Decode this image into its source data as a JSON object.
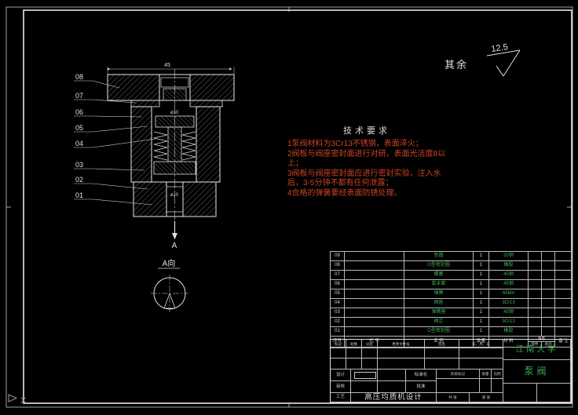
{
  "colors": {
    "accent_green": "#3fae55",
    "note_red": "#cb4325",
    "line": "#e0e0e0"
  },
  "surface_note": {
    "prefix": "其余",
    "roughness": "12.5"
  },
  "tech_requirements": {
    "title": "技术要求",
    "items": [
      "1泵阀材料为3Cr13不锈钢，表面淬火；",
      "2阀板与阀座密封面进行对研。表面光洁度8以上；",
      "3阀板与阀座密封面应进行密封实验，注入水后，3-5分钟不都有任何泄露；",
      "4合格的弹簧要经表面防锈处理。"
    ]
  },
  "drawing": {
    "balloons": [
      "08",
      "07",
      "06",
      "05",
      "04",
      "03",
      "02",
      "01"
    ],
    "section_label": "A",
    "view_label": "A向",
    "dims": {
      "width": "45",
      "bore_top": "ø30",
      "bore_bottom": "ø20"
    }
  },
  "ucs": {
    "axis": "X"
  },
  "bom": {
    "headers": {
      "no": "序号",
      "code": "代 号",
      "name": "名  称",
      "qty": "数量",
      "material": "材  料",
      "weight": "重量",
      "weight_unit": "单件",
      "weight_total": "总计",
      "note": "备 注"
    },
    "rows": [
      {
        "no": "09",
        "code": "",
        "name": "垫圈",
        "qty": "1",
        "material": "35钢",
        "note": ""
      },
      {
        "no": "08",
        "code": "",
        "name": "O型密封圈",
        "qty": "1",
        "material": "橡胶",
        "note": ""
      },
      {
        "no": "07",
        "code": "",
        "name": "螺塞",
        "qty": "1",
        "material": "45钢",
        "note": ""
      },
      {
        "no": "06",
        "code": "",
        "name": "泵末套",
        "qty": "1",
        "material": "45钢",
        "note": ""
      },
      {
        "no": "05",
        "code": "",
        "name": "弹簧",
        "qty": "1",
        "material": "65Mn",
        "note": ""
      },
      {
        "no": "04",
        "code": "",
        "name": "阀座",
        "qty": "1",
        "material": "3Cr13",
        "note": ""
      },
      {
        "no": "03",
        "code": "",
        "name": "弹簧座",
        "qty": "1",
        "material": "45钢",
        "note": ""
      },
      {
        "no": "02",
        "code": "",
        "name": "阀芯",
        "qty": "1",
        "material": "3Cr13",
        "note": ""
      },
      {
        "no": "01",
        "code": "",
        "name": "O型密封圈",
        "qty": "1",
        "material": "橡胶",
        "note": ""
      }
    ]
  },
  "title_block": {
    "university": "江南大学",
    "part_name": "泵阀",
    "project_title": "高压均质机设计",
    "labels": {
      "mark": "标记",
      "count": "处数",
      "zone": "分区",
      "change_doc": "更改文件号",
      "signature": "签名",
      "date": "年、月、日",
      "design": "设计",
      "review": "审核",
      "process": "工艺",
      "standardization": "标准化",
      "approval": "批准",
      "stage_mark": "阶段标记",
      "mass": "质量",
      "scale": "比例",
      "sheets_total": "共 张",
      "sheet_no": "第 张"
    }
  }
}
